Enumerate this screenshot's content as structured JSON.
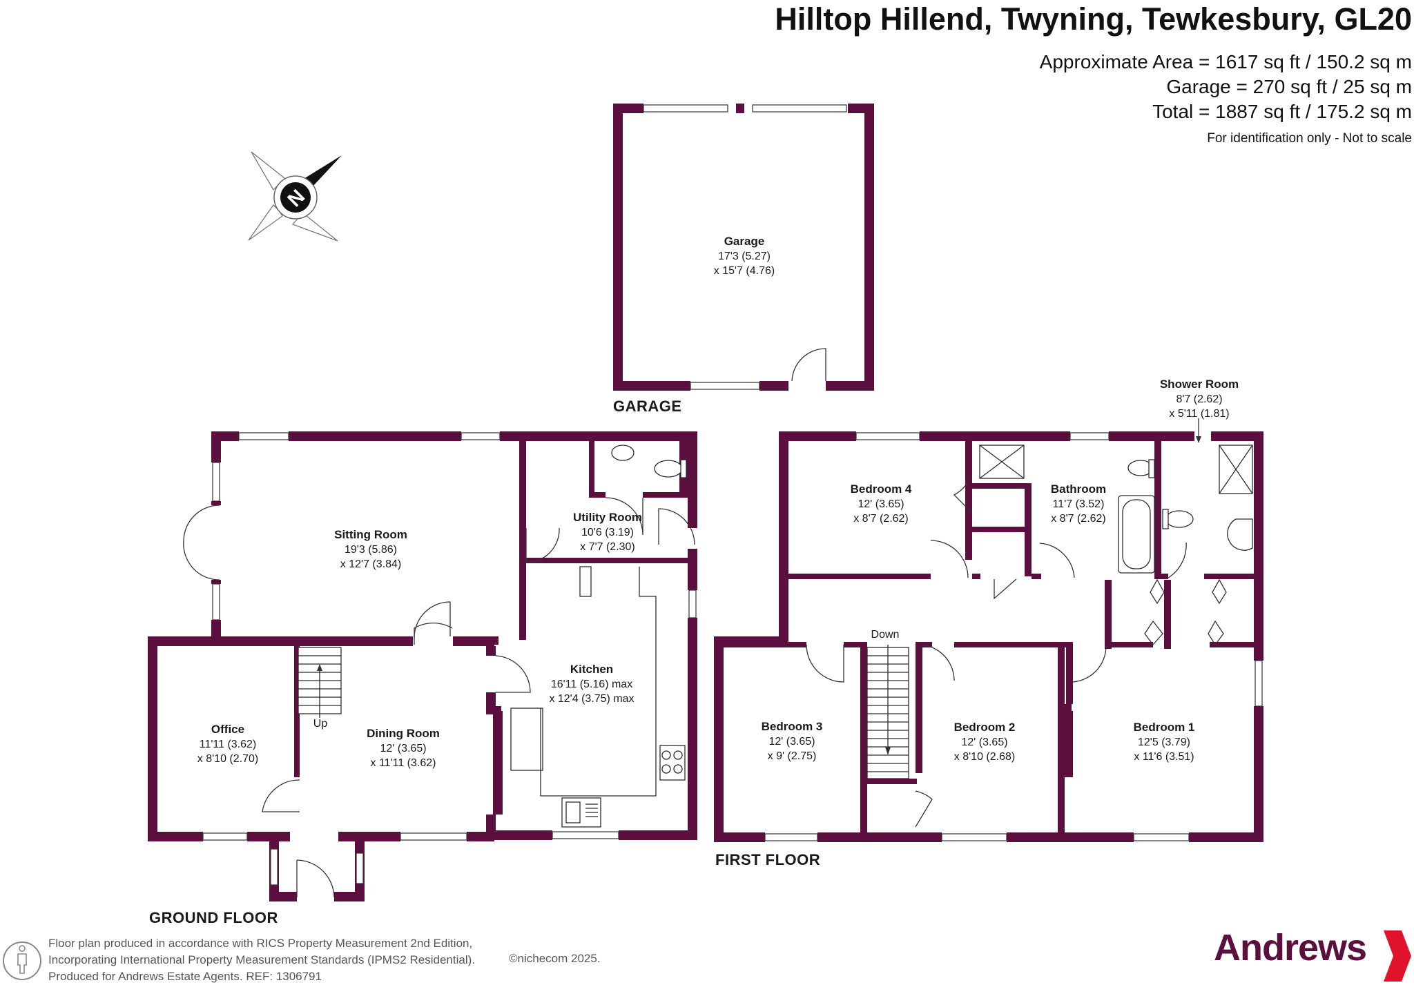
{
  "header": {
    "title": "Hilltop Hillend, Twyning, Tewkesbury, GL20",
    "area_approx": "Approximate Area = 1617 sq ft / 150.2 sq m",
    "area_garage": "Garage = 270 sq ft / 25 sq m",
    "area_total": "Total = 1887 sq ft / 175.2 sq m",
    "disclaimer": "For identification only - Not to scale"
  },
  "compass": {
    "letter": "N"
  },
  "floors": {
    "garage": "GARAGE",
    "ground": "GROUND FLOOR",
    "first": "FIRST FLOOR"
  },
  "rooms": {
    "garage": {
      "name": "Garage",
      "dim1": "17'3 (5.27)",
      "dim2": "x 15'7 (4.76)"
    },
    "sitting": {
      "name": "Sitting Room",
      "dim1": "19'3 (5.86)",
      "dim2": "x 12'7 (3.84)"
    },
    "utility": {
      "name": "Utility Room",
      "dim1": "10'6 (3.19)",
      "dim2": "x 7'7 (2.30)"
    },
    "kitchen": {
      "name": "Kitchen",
      "dim1": "16'11 (5.16) max",
      "dim2": "x 12'4 (3.75) max"
    },
    "office": {
      "name": "Office",
      "dim1": "11'11 (3.62)",
      "dim2": "x 8'10 (2.70)"
    },
    "dining": {
      "name": "Dining Room",
      "dim1": "12' (3.65)",
      "dim2": "x 11'11 (3.62)"
    },
    "bed4": {
      "name": "Bedroom 4",
      "dim1": "12' (3.65)",
      "dim2": "x 8'7 (2.62)"
    },
    "bathroom": {
      "name": "Bathroom",
      "dim1": "11'7 (3.52)",
      "dim2": "x 8'7 (2.62)"
    },
    "shower": {
      "name": "Shower Room",
      "dim1": "8'7 (2.62)",
      "dim2": "x 5'11 (1.81)"
    },
    "bed3": {
      "name": "Bedroom 3",
      "dim1": "12' (3.65)",
      "dim2": "x 9' (2.75)"
    },
    "bed2": {
      "name": "Bedroom 2",
      "dim1": "12' (3.65)",
      "dim2": "x 8'10 (2.68)"
    },
    "bed1": {
      "name": "Bedroom 1",
      "dim1": "12'5 (3.79)",
      "dim2": "x 11'6 (3.51)"
    }
  },
  "stairs": {
    "up": "Up",
    "down": "Down"
  },
  "footer": {
    "line1": "Floor plan produced in accordance with RICS Property Measurement 2nd Edition,",
    "line2": "Incorporating International Property Measurement Standards (IPMS2 Residential).",
    "line3": "Produced for Andrews Estate Agents.   REF: 1306791",
    "copyright": "©nichecom 2025."
  },
  "brand": {
    "name": "Andrews"
  },
  "colors": {
    "wall": "#5b0f3f",
    "brand_red": "#e0132b"
  }
}
